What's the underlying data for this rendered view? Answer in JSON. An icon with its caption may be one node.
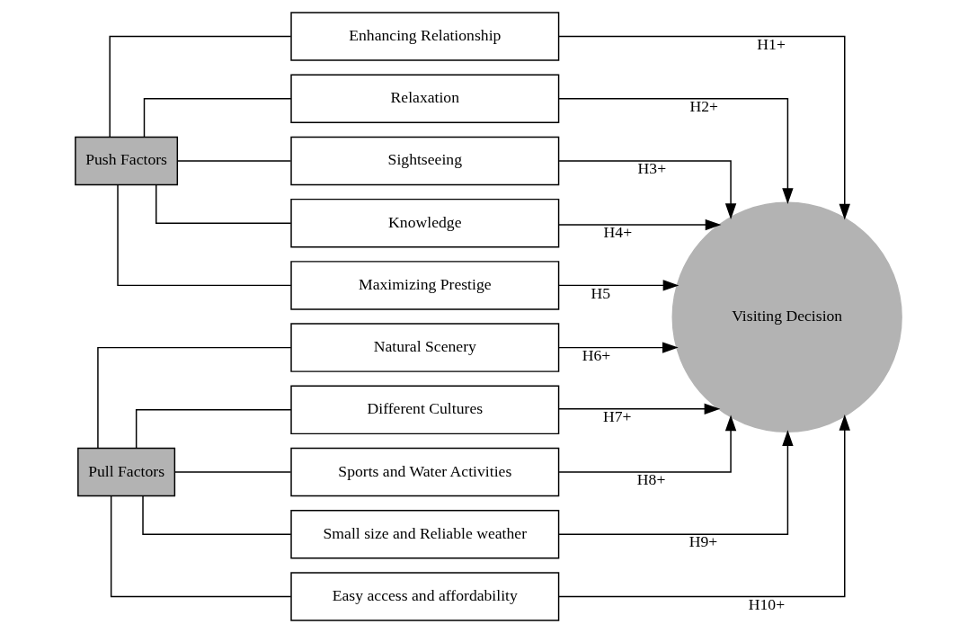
{
  "diagram": {
    "nodes": [
      {
        "text": [
          "Push Factors"
        ]
      },
      {
        "text": [
          "Enhancing Relationship"
        ]
      },
      {
        "text": [
          "Relaxation"
        ]
      },
      {
        "text": [
          "Sightseeing"
        ]
      },
      {
        "text": [
          "Knowledge"
        ]
      },
      {
        "text": [
          "Maximizing Prestige"
        ]
      },
      {
        "text": [
          "Pull Factors"
        ]
      },
      {
        "text": [
          "Natural Scenery"
        ]
      },
      {
        "text": [
          "Different Cultures"
        ]
      },
      {
        "text": [
          "Sports and Water Activities"
        ]
      },
      {
        "text": [
          "Small size and Reliable weather"
        ]
      },
      {
        "text": [
          "Easy access and affordability"
        ]
      },
      {
        "text": [
          "Visiting Decision"
        ]
      }
    ],
    "edges": [
      {
        "from": 0,
        "to": 1,
        "arrow": "none"
      },
      {
        "from": 0,
        "to": 2,
        "arrow": "none"
      },
      {
        "from": 0,
        "to": 3,
        "arrow": "none"
      },
      {
        "from": 0,
        "to": 4,
        "arrow": "none"
      },
      {
        "from": 0,
        "to": 5,
        "arrow": "none"
      },
      {
        "from": 6,
        "to": 7,
        "arrow": "none"
      },
      {
        "from": 6,
        "to": 8,
        "arrow": "none"
      },
      {
        "from": 6,
        "to": 9,
        "arrow": "none"
      },
      {
        "from": 6,
        "to": 10,
        "arrow": "none"
      },
      {
        "from": 6,
        "to": 11,
        "arrow": "none"
      },
      {
        "from": 1,
        "to": 12,
        "arrow": "to",
        "label": "H1+"
      },
      {
        "from": 2,
        "to": 12,
        "arrow": "to",
        "label": "H2+"
      },
      {
        "from": 3,
        "to": 12,
        "arrow": "to",
        "label": "H3+"
      },
      {
        "from": 4,
        "to": 12,
        "arrow": "to",
        "label": "H4+"
      },
      {
        "from": 5,
        "to": 12,
        "arrow": "to",
        "label": "H5"
      },
      {
        "from": 7,
        "to": 12,
        "arrow": "to",
        "label": "H6+"
      },
      {
        "from": 8,
        "to": 12,
        "arrow": "to",
        "label": "H7+"
      },
      {
        "from": 9,
        "to": 12,
        "arrow": "to",
        "label": "H8+"
      },
      {
        "from": 10,
        "to": 12,
        "arrow": "to",
        "label": "H9+"
      },
      {
        "from": 11,
        "to": 12,
        "arrow": "to",
        "label": "H10+"
      }
    ]
  }
}
